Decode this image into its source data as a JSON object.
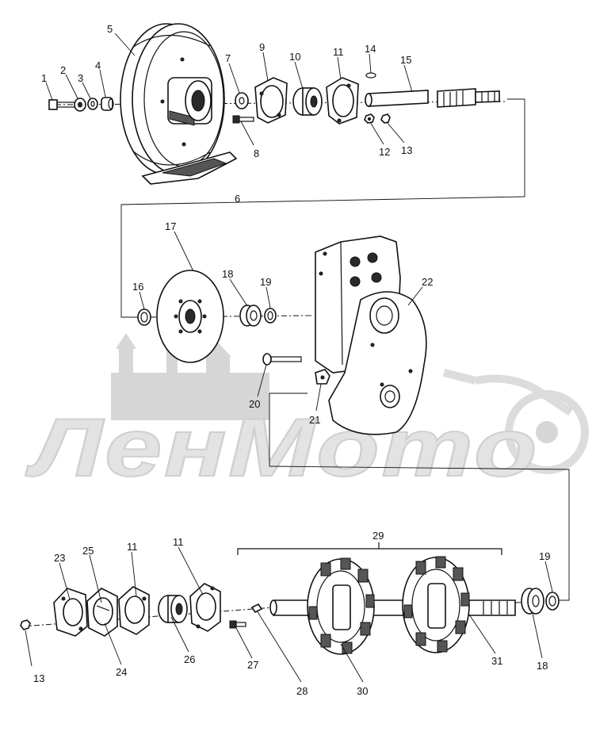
{
  "watermark": {
    "text": "ЛенМото"
  },
  "callouts": {
    "n1": "1",
    "n2": "2",
    "n3": "3",
    "n4": "4",
    "n5": "5",
    "n6": "6",
    "n7": "7",
    "n8": "8",
    "n9": "9",
    "n10": "10",
    "n11a": "11",
    "n12": "12",
    "n13a": "13",
    "n14": "14",
    "n15": "15",
    "n16": "16",
    "n17": "17",
    "n18a": "18",
    "n19a": "19",
    "n20": "20",
    "n21": "21",
    "n22": "22",
    "n23": "23",
    "n24": "24",
    "n25": "25",
    "n11b": "11",
    "n11c": "11",
    "n26": "26",
    "n27": "27",
    "n28": "28",
    "n29": "29",
    "n30": "30",
    "n31": "31",
    "n19b": "19",
    "n18b": "18",
    "n13b": "13"
  }
}
